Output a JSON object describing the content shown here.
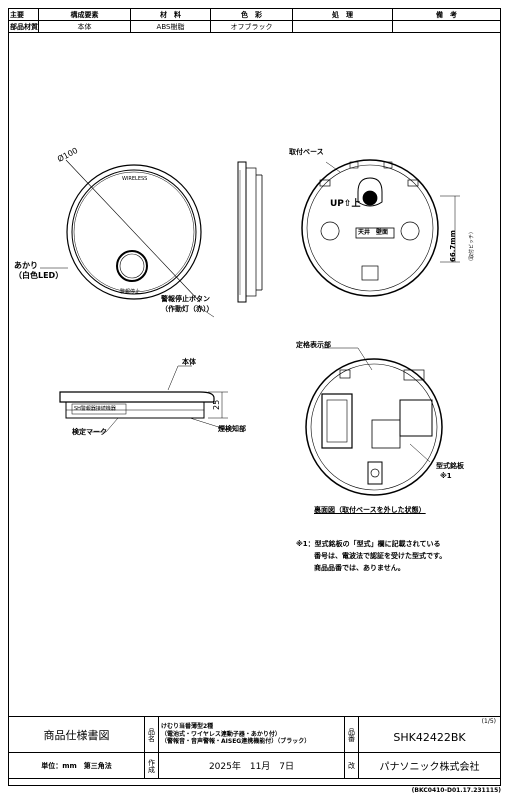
{
  "header": {
    "row1": [
      "主要",
      "構成要素",
      "材　料",
      "色　彩",
      "処　理",
      "備　考"
    ],
    "row2": [
      "部品材質",
      "本体",
      "ABS樹脂",
      "オフブラック",
      "",
      ""
    ]
  },
  "labels": {
    "diameter": "Ø100",
    "brand_top": "WIRELESS",
    "stop_text": "警報停止",
    "light_1": "あかり",
    "light_2": "（白色LED）",
    "stop_btn_1": "警報停止ボタン",
    "stop_btn_2": "（作動灯（赤））",
    "base": "取付ベース",
    "up_mark": "UP⇧上",
    "ceiling": "天井　壁面",
    "dim_vertical_1": "66.7mm",
    "dim_vertical_2": "（取付ピッチ）",
    "body": "本体",
    "side_label": "SH警報器接続機器",
    "dim_side": "25",
    "cert_mark": "検定マーク",
    "detector": "煙検知部",
    "rating_display": "定格表示部",
    "model_plate_1": "型式銘板",
    "model_plate_2": "※1",
    "back_caption": "裏面図（取付ベースを外した状態）",
    "note_1": "※1：型式銘板の「型式」欄に記載されている",
    "note_2": "番号は、電波法で認証を受けた型式です。",
    "note_3": "商品品番では、ありません。"
  },
  "title_block": {
    "doc_type": "商品仕様書図",
    "hin_mei": "品名",
    "name_line1": "けむり当番薄型2種",
    "name_line2": "（電池式・ワイヤレス連動子器・あかり付）",
    "name_line3": "（警報音・音声警報・AISEG連携機能付）（ブラック）",
    "hin_ban": "品番",
    "page": "(1/5)",
    "model": "SHK42422BK",
    "unit": "単位：mm　第三角法",
    "sakusei": "作成",
    "date": "2025年　11月　7日",
    "kai": "改",
    "company": "パナソニック株式会社"
  },
  "doc_code": "(BKC0410-D01.17.231115)"
}
